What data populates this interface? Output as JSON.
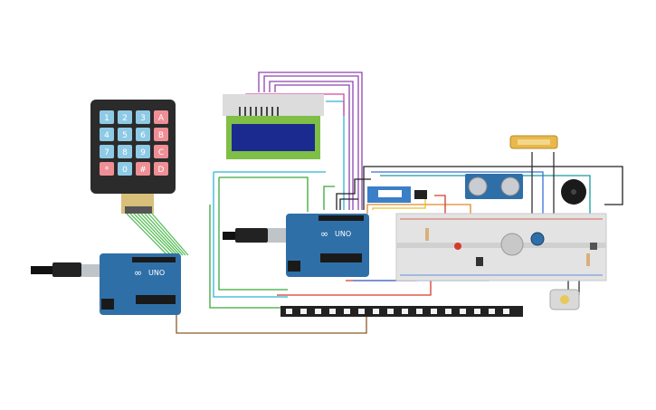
{
  "keypad": {
    "keys": [
      [
        "1",
        "2",
        "3",
        "A"
      ],
      [
        "4",
        "5",
        "6",
        "B"
      ],
      [
        "7",
        "8",
        "9",
        "C"
      ],
      [
        "*",
        "0",
        "#",
        "D"
      ]
    ]
  },
  "arduino_left": {
    "logo": "∞",
    "model": "UNO"
  },
  "arduino_center": {
    "logo": "∞",
    "model": "UNO"
  },
  "colors": {
    "board": "#2f6fa8",
    "board_dark": "#1f4e7a",
    "keypad_body": "#2b2b2b",
    "key_number": "#8ecae6",
    "key_letter": "#ef8f95",
    "lcd_screen": "#1b2a8f",
    "lcd_frame": "#7fbf47",
    "breadboard": "#e3e3e3",
    "led_strip": "#222222"
  }
}
